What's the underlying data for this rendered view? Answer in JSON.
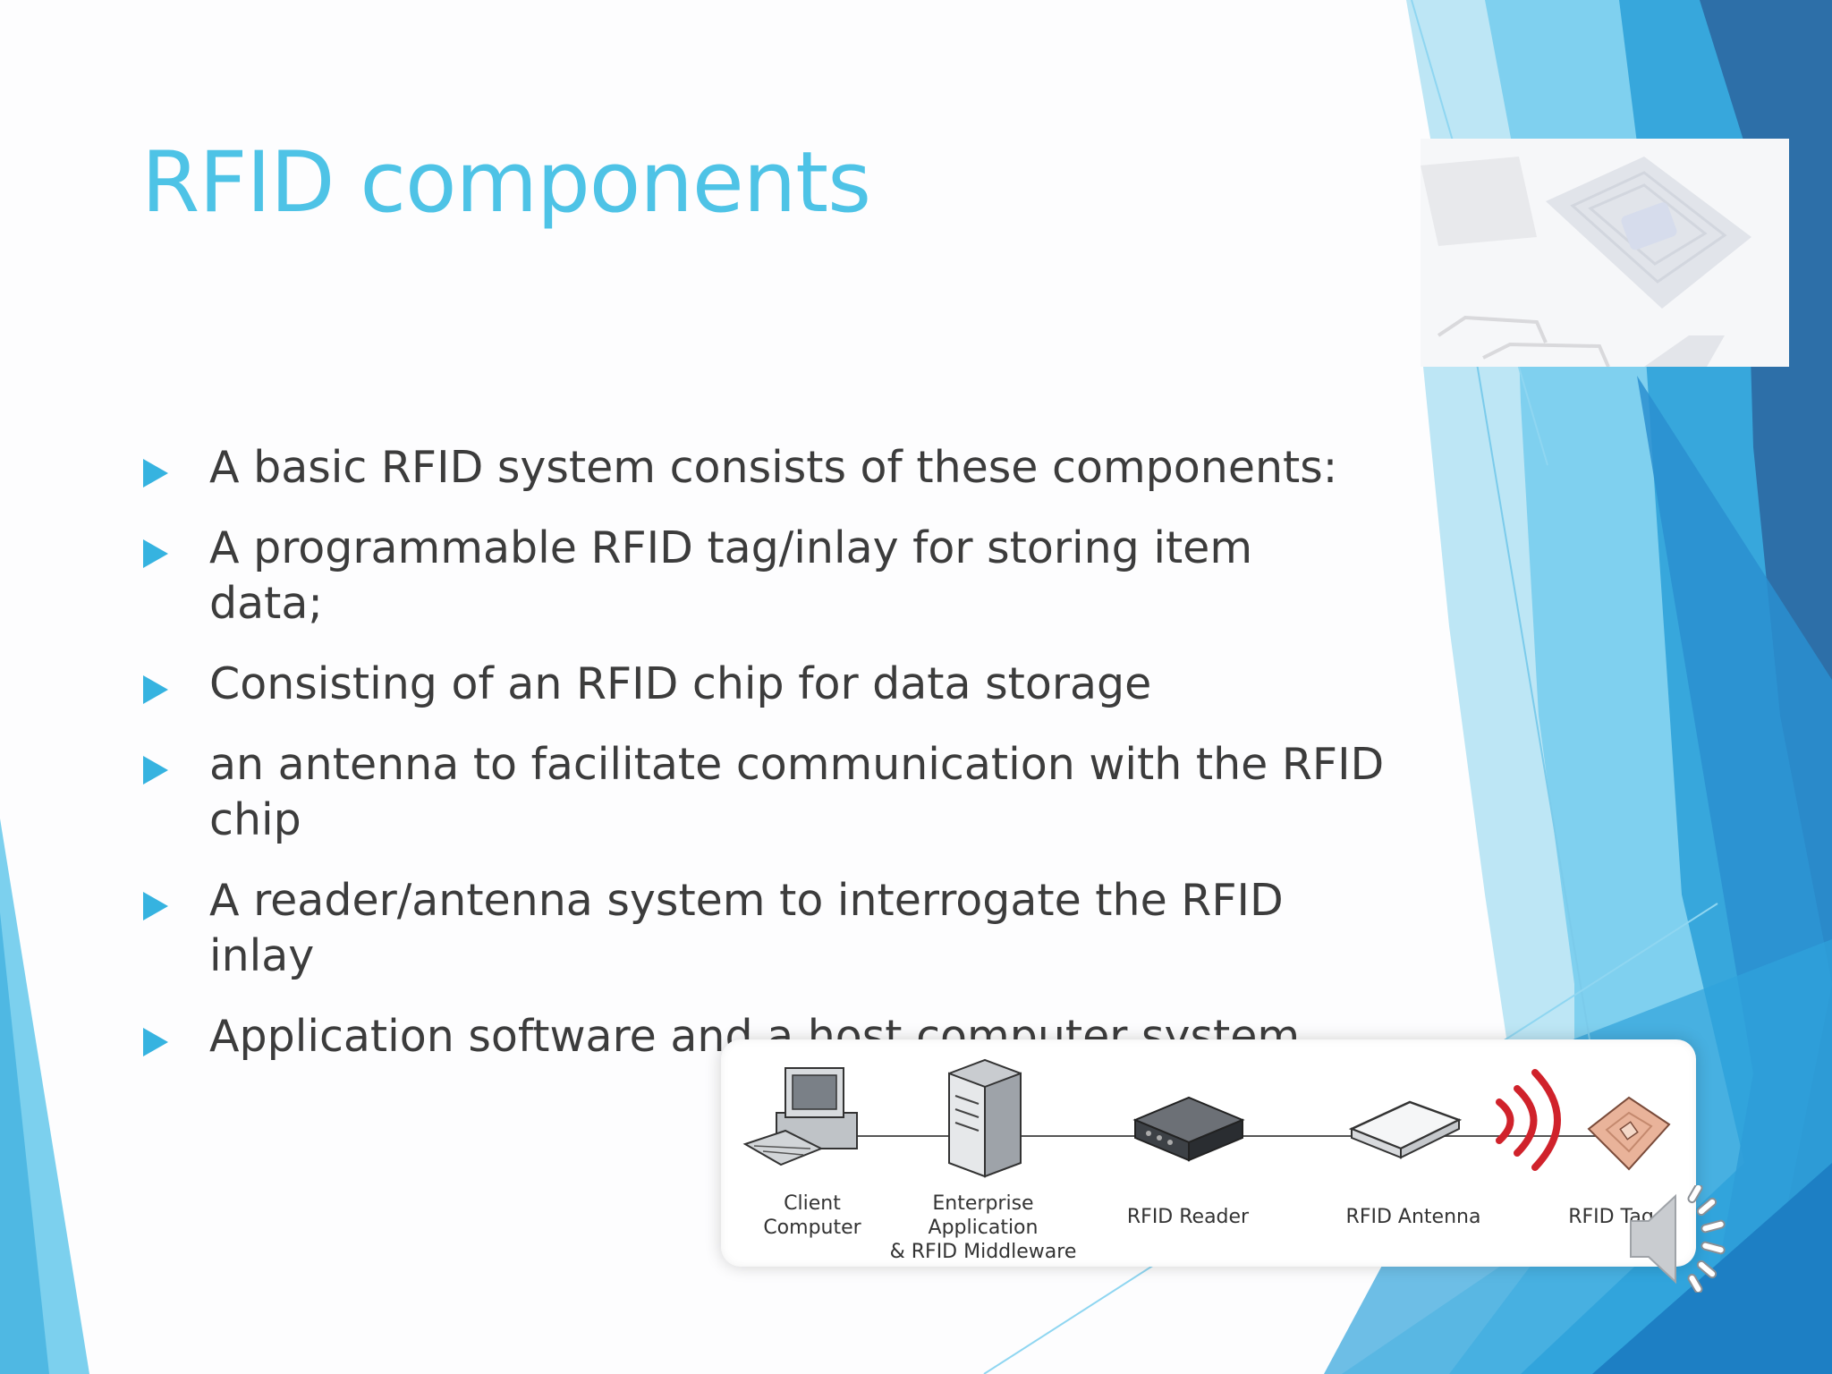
{
  "slide": {
    "title": "RFID components",
    "accent_color": "#4ec3e6",
    "bullet_color": "#36b3e0",
    "bullets": [
      "A basic RFID system consists of these components:",
      "A programmable RFID tag/inlay for storing item data;",
      "Consisting of an RFID chip for data storage",
      "an antenna to facilitate communication with the RFID chip",
      "A reader/antenna system to interrogate the RFID inlay",
      "Application software and a host computer system"
    ]
  },
  "diagram": {
    "components": [
      {
        "icon": "client-computer-icon",
        "label_lines": [
          "Client",
          "Computer"
        ]
      },
      {
        "icon": "server-icon",
        "label_lines": [
          "Enterprise Application",
          "& RFID Middleware"
        ]
      },
      {
        "icon": "rfid-reader-icon",
        "label_lines": [
          "RFID Reader"
        ]
      },
      {
        "icon": "rfid-antenna-icon",
        "label_lines": [
          "RFID Antenna"
        ]
      },
      {
        "icon": "rfid-tag-icon",
        "label_lines": [
          "RFID Tag"
        ]
      }
    ],
    "signal_icon": "radio-waves-icon"
  },
  "media": {
    "audio_icon": "speaker-icon",
    "image_icon": "rfid-tag-photo-icon"
  }
}
